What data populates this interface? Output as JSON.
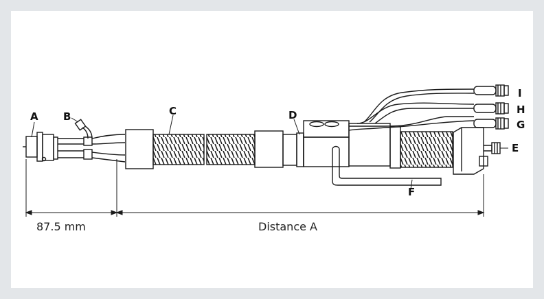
{
  "labels": {
    "a": "A",
    "b": "B",
    "c": "C",
    "d": "D",
    "e": "E",
    "f": "F",
    "g": "G",
    "h": "H",
    "i": "I"
  },
  "dimensions": {
    "left_length": "87.5 mm",
    "main_length": "Distance A"
  },
  "colors": {
    "page_background": "#e3e6e9",
    "panel_background": "#ffffff",
    "line": "#1a1a1a"
  }
}
